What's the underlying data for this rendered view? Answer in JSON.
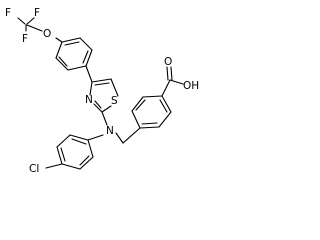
{
  "molecule": {
    "atom_labels": {
      "trifluoromethoxy": "F",
      "trifluoromethoxy_f_left": "F",
      "trifluoromethoxy_f_right": "F",
      "trifluoromethoxy_f_bottom": "F",
      "ether_oxygen": "O",
      "thiazole_nitrogen": "N",
      "thiazole_sulfur": "S",
      "amine_nitrogen": "N",
      "chloro": "Cl",
      "carbonyl_oxygen": "O",
      "hydroxyl": "OH"
    }
  }
}
